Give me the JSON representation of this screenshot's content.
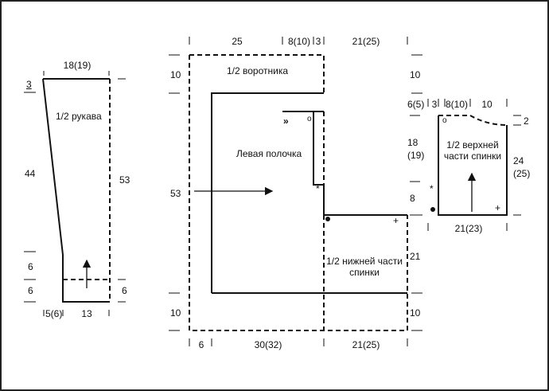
{
  "colors": {
    "line": "#111111",
    "background": "#ffffff"
  },
  "sleeve": {
    "label": "1/2 рукава",
    "dims": {
      "top_width": "18(19)",
      "cap": "3",
      "taper_height": "44",
      "total_height": "53",
      "lower": "6",
      "cuff": "6",
      "cuff_right": "6",
      "bottom_offset": "5(6)",
      "bottom_width": "13"
    },
    "icons": [
      "up-arrow-icon"
    ]
  },
  "main": {
    "labels": {
      "collar": "1/2 воротника",
      "front": "Левая полочка",
      "lower_back": "1/2 нижней части спинки"
    },
    "dims": {
      "top": [
        "25",
        "8(10)",
        "3",
        "21(25)"
      ],
      "left": [
        "10",
        "53",
        "10"
      ],
      "right": [
        "10",
        "21",
        "10"
      ],
      "bottom": [
        "6",
        "30(32)",
        "21(25)"
      ]
    },
    "markers": {
      "double_chevron": "»",
      "ring": "o",
      "asterisk": "*",
      "plus": "+"
    },
    "icons": [
      "right-arrow-icon",
      "dot-marker-icon"
    ]
  },
  "upper_back": {
    "label": "1/2 верхней части спинки",
    "dims": {
      "top": [
        "3",
        "8(10)",
        "10"
      ],
      "top_left": "6(5)",
      "shoulder": "2",
      "height_left": "18 (19)",
      "height_right": "24 (25)",
      "lower_left": "8",
      "bottom_width": "21(23)"
    },
    "markers": {
      "ring": "o",
      "asterisk": "*",
      "plus": "+"
    },
    "icons": [
      "up-arrow-icon",
      "dot-marker-icon"
    ]
  }
}
